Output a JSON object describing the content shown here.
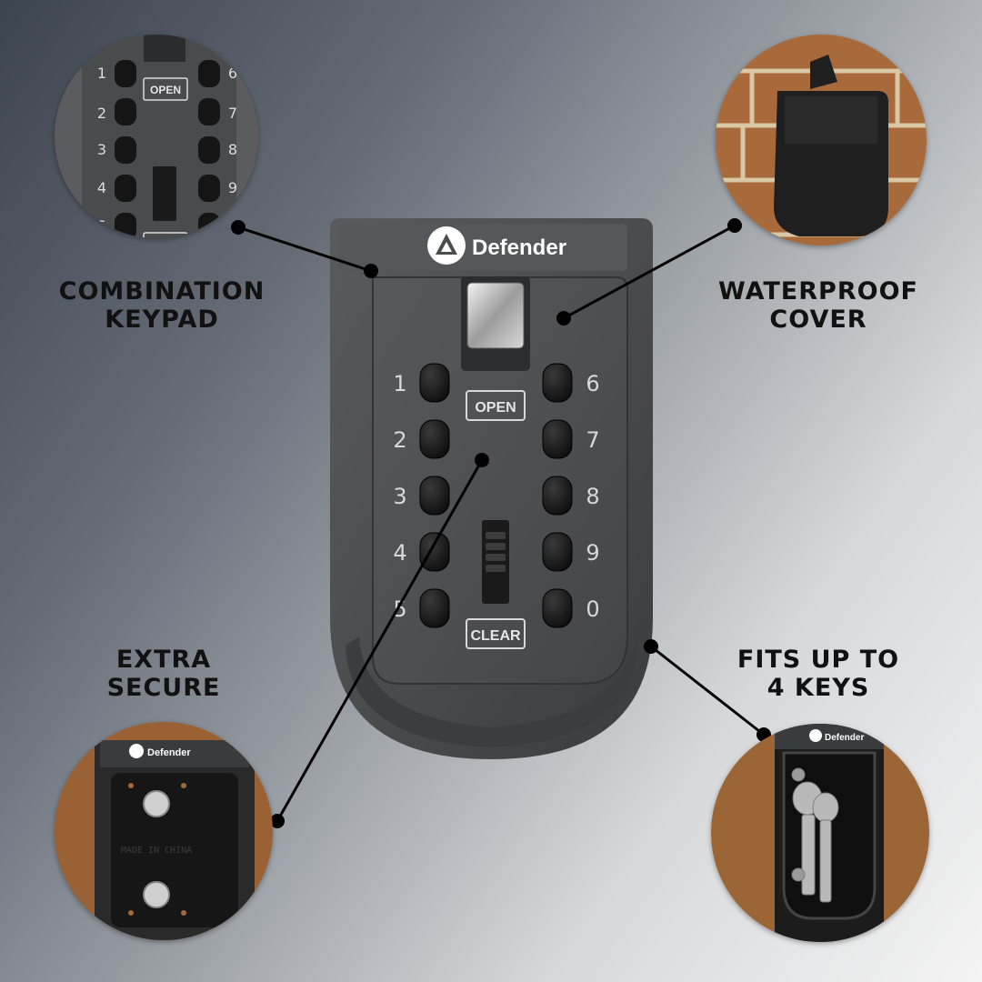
{
  "product": {
    "brand": "Defender",
    "keypad_left": [
      "1",
      "2",
      "3",
      "4",
      "5"
    ],
    "keypad_right": [
      "6",
      "7",
      "8",
      "9",
      "0"
    ],
    "open_label": "OPEN",
    "clear_label": "CLEAR"
  },
  "features": {
    "combination": {
      "line1": "COMBINATION",
      "line2": "KEYPAD"
    },
    "waterproof": {
      "line1": "WATERPROOF",
      "line2": "COVER"
    },
    "secure": {
      "line1": "EXTRA",
      "line2": "SECURE"
    },
    "keys": {
      "line1": "FITS UP TO",
      "line2": "4 KEYS"
    }
  },
  "back_plate": {
    "marking": "MADE IN CHINA"
  },
  "colors": {
    "body": "#4a4b4d",
    "button": "#151515",
    "brick": "#a86a3a",
    "text": "#111111"
  }
}
